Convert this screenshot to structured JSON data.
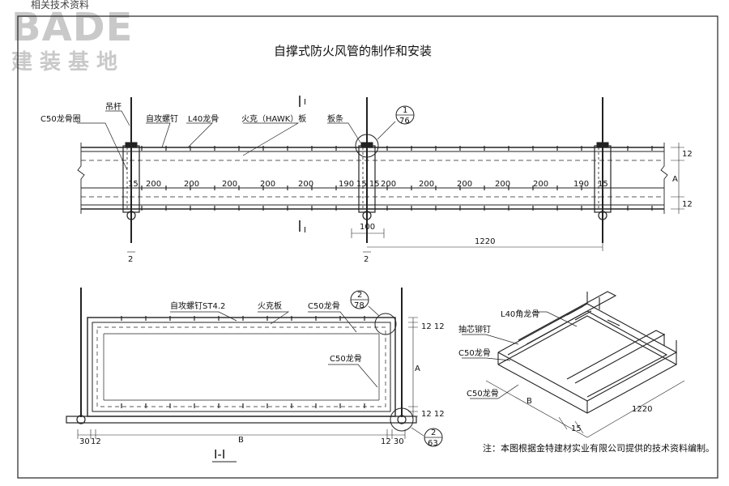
{
  "logo": {
    "sub": "相关技术资料",
    "brand": "BADE",
    "brand_cn": "建装基地"
  },
  "title": "自撑式防火风管的制作和安装",
  "top_view": {
    "section_mark": "I",
    "labels": {
      "c50_ring": "C50龙骨圈",
      "hanger": "吊杆",
      "screw": "自攻螺钉",
      "l40": "L40龙骨",
      "board": "火克（HAWK）板",
      "strip": "板条"
    },
    "detail_ref": {
      "num": "1",
      "sheet": "76"
    },
    "dims": {
      "s1": "15",
      "d200": "200",
      "d190": "190",
      "s1515": "15 15",
      "s15": "15",
      "d12": "12",
      "a": "A",
      "d100": "100",
      "d1220": "1220",
      "n2": "2"
    }
  },
  "section": {
    "labels": {
      "screw": "自攻螺钉ST4.2",
      "board": "火克板",
      "c50_top": "C50龙骨",
      "c50_mid": "C50龙骨"
    },
    "detail_ref_top": {
      "num": "2",
      "sheet": "78"
    },
    "detail_ref_bottom": {
      "num": "2",
      "sheet": "63"
    },
    "dims": {
      "d30": "30",
      "d12": "12",
      "b": "B",
      "d1230": "12 30",
      "d12_12": "12 12",
      "a": "A"
    },
    "caption": "I-I"
  },
  "iso": {
    "labels": {
      "l40_angle": "L40角龙骨",
      "rivet": "抽芯铆钉",
      "c50_top": "C50龙骨",
      "c50_bottom": "C50龙骨",
      "b": "B",
      "d1220": "1220",
      "d15": "15"
    }
  },
  "note": "注：本图根据金特建材实业有限公司提供的技术资料编制。"
}
